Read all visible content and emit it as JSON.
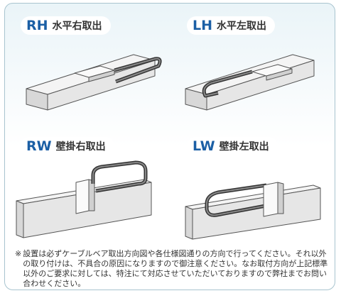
{
  "items": [
    {
      "code": "RH",
      "label": "水平右取出"
    },
    {
      "code": "LH",
      "label": "水平左取出"
    },
    {
      "code": "RW",
      "label": "壁掛右取出"
    },
    {
      "code": "LW",
      "label": "壁掛左取出"
    }
  ],
  "note": {
    "mark": "※",
    "text": "設置は必ずケーブルベア取出方向図や各仕様図通りの方向で行ってください。それ以外の取り付けは、不具合の原因になりますので御注意ください。なお取付方向が上記標準以外のご要求に対しては、特注にて対応させていただいておりますので弊社までお問い合わせください。"
  },
  "colors": {
    "code": "#1b5fa5",
    "border": "#a8c4cf",
    "gradient_top": "#eaf4f8"
  }
}
